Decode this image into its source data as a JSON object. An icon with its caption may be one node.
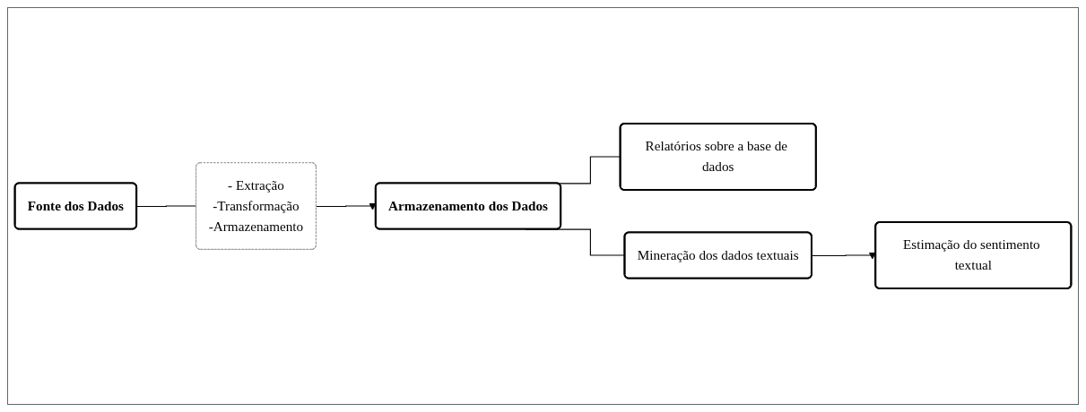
{
  "diagram": {
    "nodes": [
      {
        "text": [
          "Fonte dos Dados"
        ]
      },
      {
        "text": [
          "- Extração",
          "-Transformação",
          "-Armazenamento"
        ]
      },
      {
        "text": [
          "Armazenamento dos Dados"
        ]
      },
      {
        "text": [
          "Relatórios sobre a base de dados"
        ]
      },
      {
        "text": [
          "Mineração dos dados textuais"
        ]
      },
      {
        "text": [
          "Estimação do sentimento textual"
        ]
      }
    ],
    "edges": [
      {
        "from": 0,
        "to": 1,
        "arrow": "none"
      },
      {
        "from": 1,
        "to": 2,
        "arrow": "to"
      },
      {
        "from": 2,
        "to": 3,
        "arrow": "none"
      },
      {
        "from": 2,
        "to": 4,
        "arrow": "none"
      },
      {
        "from": 4,
        "to": 5,
        "arrow": "to"
      }
    ]
  }
}
